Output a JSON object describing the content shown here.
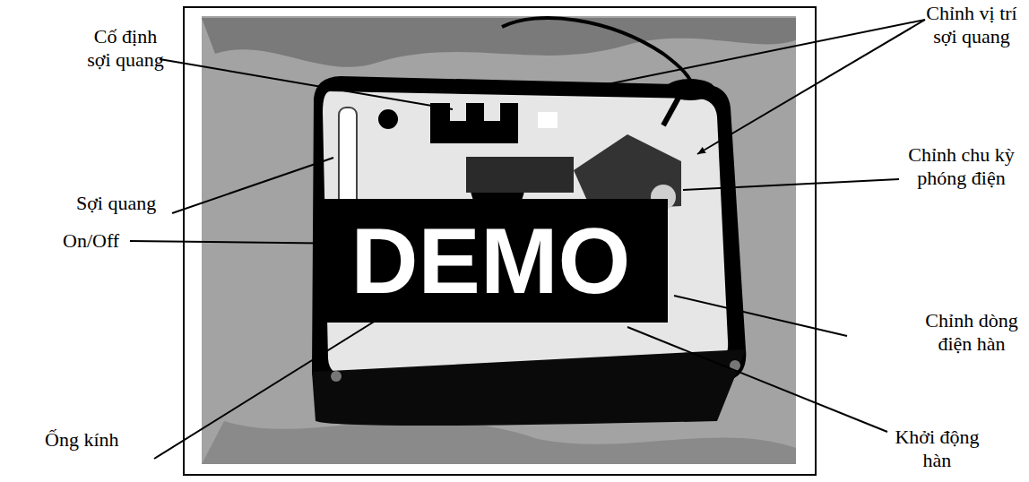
{
  "diagram": {
    "labels": [
      "Cố định sợi quang",
      "Chỉnh vị trí sợi quang",
      "Chỉnh chu kỳ phóng điện",
      "Sợi quang",
      "DEMO",
      "On/Off",
      "Chỉnh dòng điện hàn",
      "Ống kính",
      "Khởi động hàn"
    ]
  }
}
